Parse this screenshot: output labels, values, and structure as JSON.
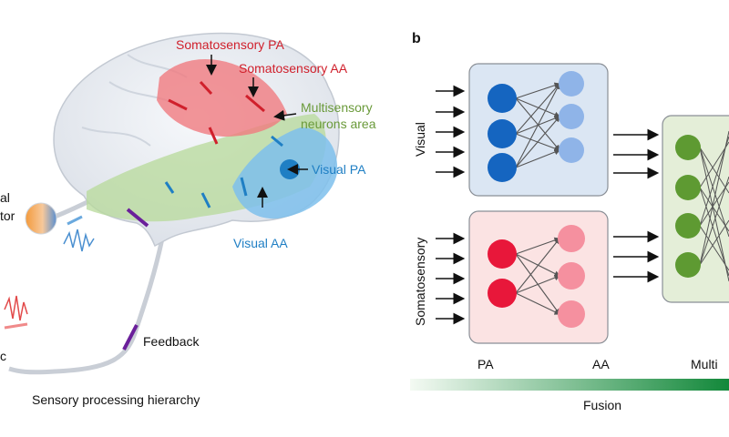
{
  "panel_a": {
    "labels": {
      "soma_pa": "Somatosensory PA",
      "soma_aa": "Somatosensory AA",
      "multi_line1": "Multisensory",
      "multi_line2": "neurons area",
      "visual_pa": "Visual PA",
      "visual_aa": "Visual AA",
      "receptor_line1": "al",
      "receptor_line2": "tor",
      "tactile_fragment": "c",
      "feedback": "Feedback",
      "caption": "Sensory processing hierarchy"
    },
    "colors": {
      "somatosensory": "#d0202c",
      "visual": "#1f7fc4",
      "multisensory": "#6a9a3a",
      "feedback_arrow": "#6a1f9a"
    }
  },
  "panel_b": {
    "panel_letter": "b",
    "row_labels": {
      "visual": "Visual",
      "somatosensory": "Somatosensory"
    },
    "bottom_labels": {
      "pa": "PA",
      "aa": "AA",
      "multi": "Multi"
    },
    "fusion_label": "Fusion",
    "colors": {
      "visual_pa_node": "#1565c0",
      "visual_aa_node": "#8fb4e8",
      "visual_box": "#dbe6f3",
      "soma_pa_node": "#e8173a",
      "soma_aa_node": "#f5909f",
      "soma_box": "#fbe3e3",
      "multi_node": "#5e9a32",
      "multi_box": "#e4eed8",
      "fusion_start": "#f4faf3",
      "fusion_end": "#12883a"
    }
  }
}
